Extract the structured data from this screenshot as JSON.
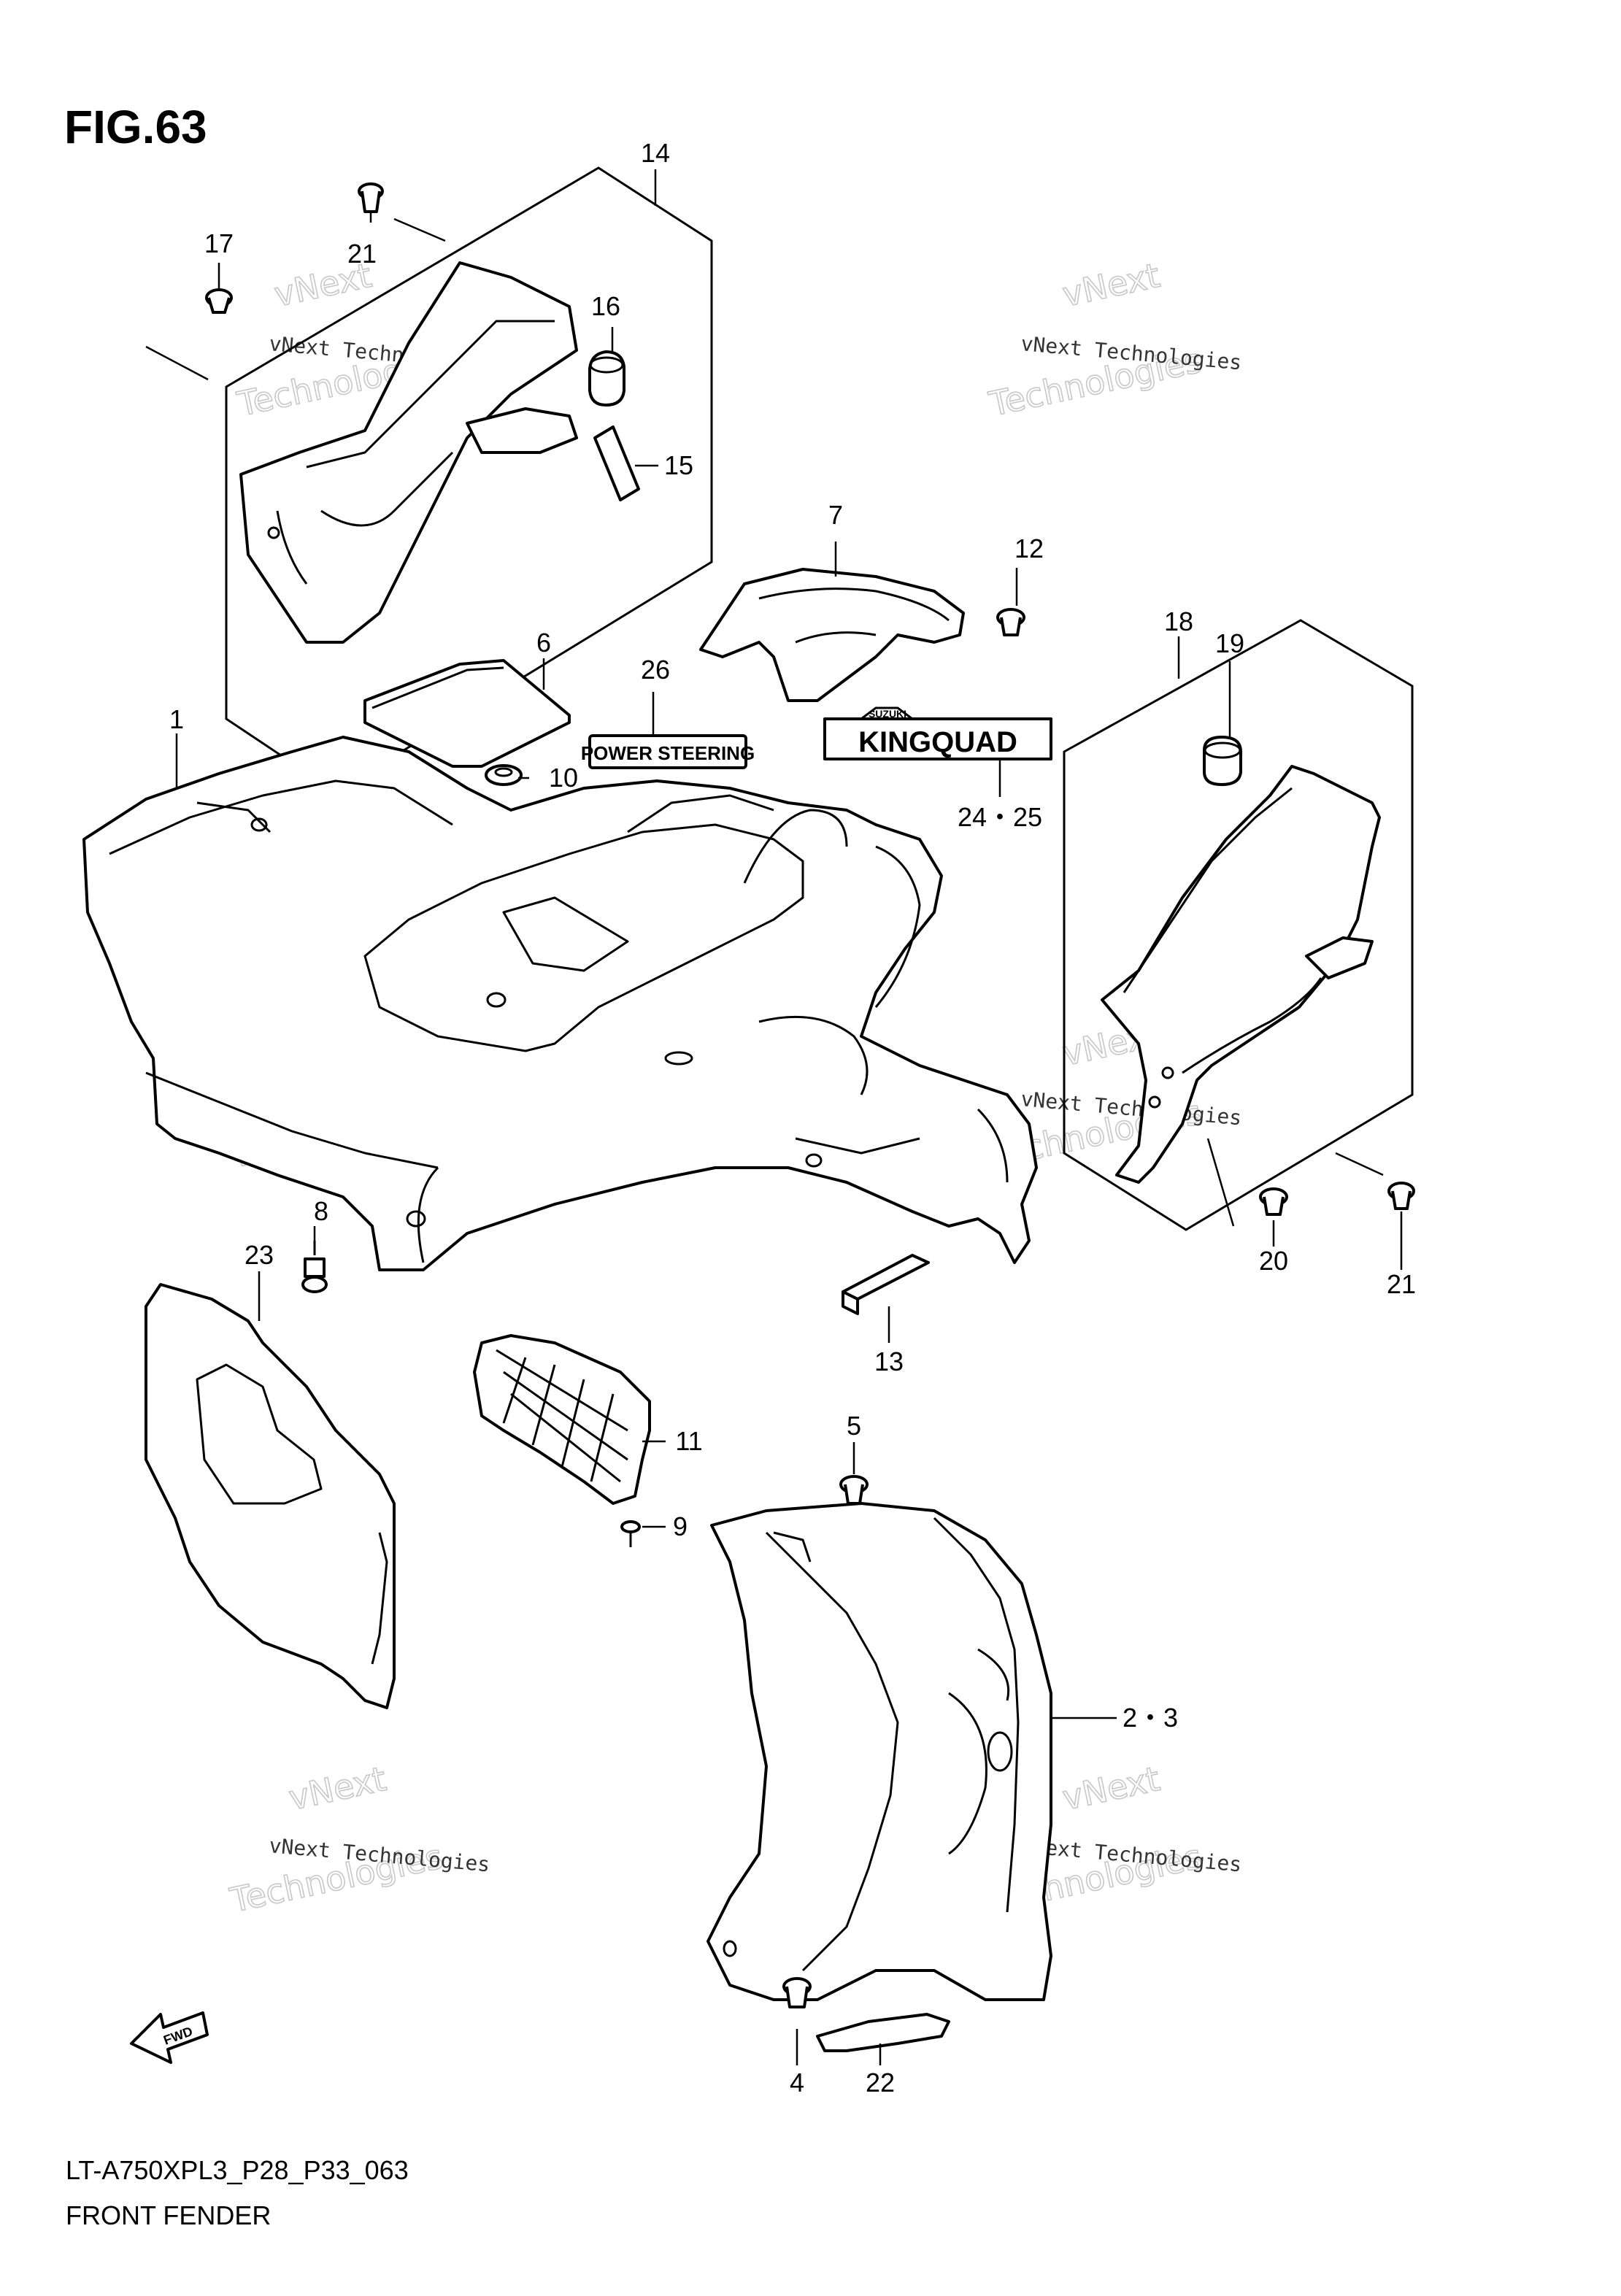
{
  "figure": {
    "title": "FIG.63"
  },
  "footer": {
    "code": "LT-A750XPL3_P28_P33_063",
    "name": "FRONT FENDER"
  },
  "watermark": {
    "line1": "vNext Technologies",
    "line2": "vNext",
    "line3": "Technologies"
  },
  "decals": {
    "power_steering": "POWER STEERING",
    "brand": "SUZUKI",
    "kingquad": "KINGQUAD",
    "fwd": "FWD"
  },
  "callouts": {
    "c1": "1",
    "c2_3": "2・3",
    "c4": "4",
    "c5": "5",
    "c6": "6",
    "c7": "7",
    "c8": "8",
    "c9": "9",
    "c10": "10",
    "c11": "11",
    "c12": "12",
    "c13": "13",
    "c14": "14",
    "c15": "15",
    "c16": "16",
    "c17": "17",
    "c18": "18",
    "c19": "19",
    "c20": "20",
    "c21a": "21",
    "c21b": "21",
    "c22": "22",
    "c23": "23",
    "c24_25": "24・25",
    "c26": "26"
  }
}
